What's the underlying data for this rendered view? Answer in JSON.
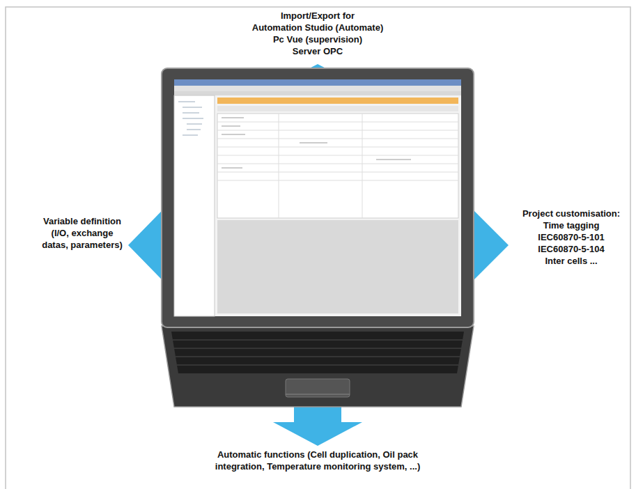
{
  "diagram": {
    "labels": [
      "Import/Export for",
      "Automation Studio (Automate)",
      "Pc Vue (supervision)",
      "Server OPC",
      "Variable definition (I/O, exchange datas, parameters)",
      "Project customisation:",
      "Time tagging",
      "IEC60870-5-101",
      "IEC60870-5-104",
      "Inter cells ...",
      "Automatic functions (Cell duplication, Oil pack integration, Temperature monitoring system, ...)"
    ]
  }
}
